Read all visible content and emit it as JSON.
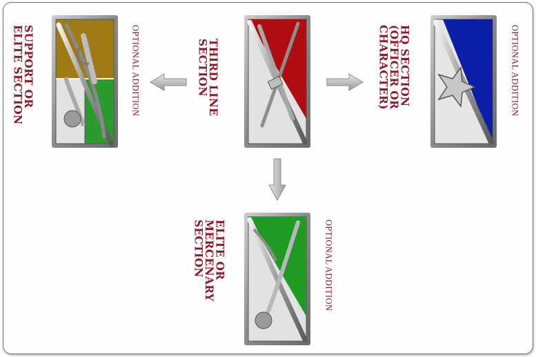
{
  "sections": {
    "support": {
      "label": "SUPPORT OR\nELITE SECTION",
      "optional": "OPTIONAL ADDITION",
      "colors": {
        "top": "#a07a12",
        "right": "#2d9a2d",
        "bottom": "#e2e2e2"
      }
    },
    "third_line": {
      "label": "THIRD LINE\nSECTION",
      "colors": {
        "top": "#b00d12",
        "bottom": "#e2e2e2"
      }
    },
    "hq": {
      "label": "HQ SECTION\n(OFFICER OR\nCHARACTER)",
      "optional": "OPTIONAL ADDITION",
      "colors": {
        "top": "#0c1fa8",
        "bottom": "#e6e6e6"
      }
    },
    "elite": {
      "label": "ELITE OR\nMERCENARY\nSECTION",
      "optional": "OPTIONAL ADDITION",
      "colors": {
        "top": "#1f9a22",
        "bottom": "#e2e2e2"
      }
    }
  },
  "icons": [
    "crossed-swords-icon",
    "rifle-icon",
    "star-icon",
    "sword-icon",
    "arrow-icon"
  ],
  "accent": "#8b1a2b"
}
